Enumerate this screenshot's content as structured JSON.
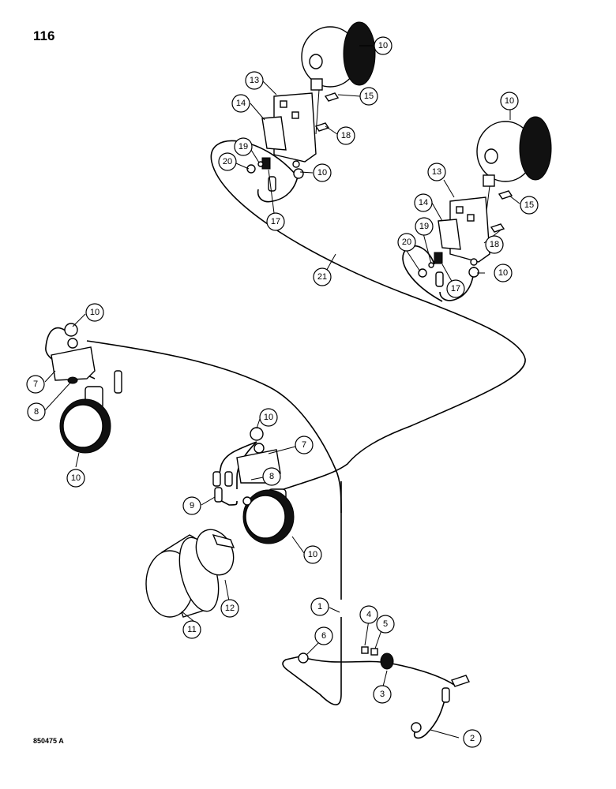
{
  "page_number": "116",
  "figure_code": "850475 A",
  "callouts": [
    {
      "label": "10"
    },
    {
      "label": "13"
    },
    {
      "label": "15"
    },
    {
      "label": "14"
    },
    {
      "label": "18"
    },
    {
      "label": "19"
    },
    {
      "label": "20"
    },
    {
      "label": "17"
    },
    {
      "label": "10"
    },
    {
      "label": "10"
    },
    {
      "label": "13"
    },
    {
      "label": "15"
    },
    {
      "label": "14"
    },
    {
      "label": "18"
    },
    {
      "label": "19"
    },
    {
      "label": "20"
    },
    {
      "label": "17"
    },
    {
      "label": "10"
    },
    {
      "label": "21"
    },
    {
      "label": "10"
    },
    {
      "label": "7"
    },
    {
      "label": "8"
    },
    {
      "label": "10"
    },
    {
      "label": "10"
    },
    {
      "label": "7"
    },
    {
      "label": "8"
    },
    {
      "label": "9"
    },
    {
      "label": "10"
    },
    {
      "label": "11"
    },
    {
      "label": "12"
    },
    {
      "label": "1"
    },
    {
      "label": "4"
    },
    {
      "label": "5"
    },
    {
      "label": "6"
    },
    {
      "label": "3"
    },
    {
      "label": "2"
    }
  ]
}
